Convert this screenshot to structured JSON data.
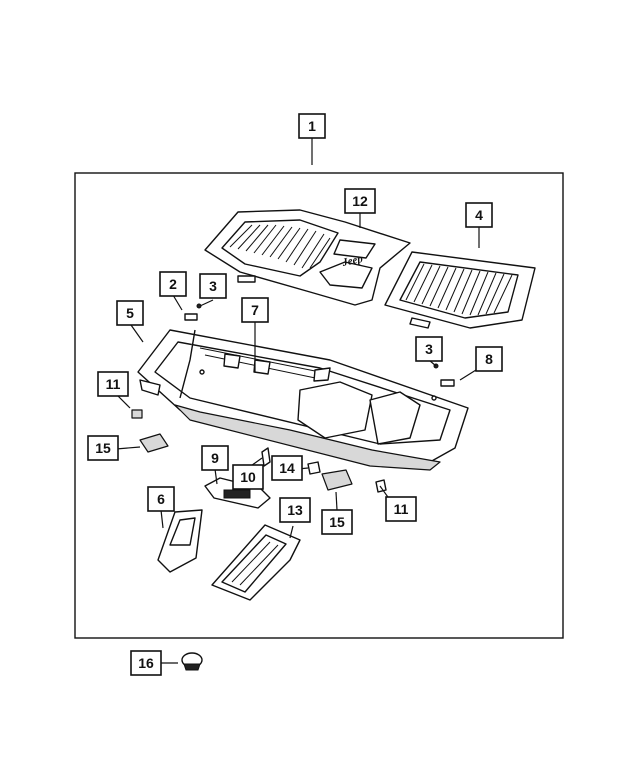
{
  "diagram": {
    "logo_text": "Jeep",
    "callouts": [
      {
        "id": "c1",
        "label": "1"
      },
      {
        "id": "c2",
        "label": "2"
      },
      {
        "id": "c3a",
        "label": "3"
      },
      {
        "id": "c3b",
        "label": "3"
      },
      {
        "id": "c4",
        "label": "4"
      },
      {
        "id": "c5",
        "label": "5"
      },
      {
        "id": "c6",
        "label": "6"
      },
      {
        "id": "c7",
        "label": "7"
      },
      {
        "id": "c8",
        "label": "8"
      },
      {
        "id": "c9",
        "label": "9"
      },
      {
        "id": "c10",
        "label": "10"
      },
      {
        "id": "c11a",
        "label": "11"
      },
      {
        "id": "c11b",
        "label": "11"
      },
      {
        "id": "c12",
        "label": "12"
      },
      {
        "id": "c13",
        "label": "13"
      },
      {
        "id": "c14",
        "label": "14"
      },
      {
        "id": "c15a",
        "label": "15"
      },
      {
        "id": "c15b",
        "label": "15"
      },
      {
        "id": "c16",
        "label": "16"
      }
    ]
  }
}
